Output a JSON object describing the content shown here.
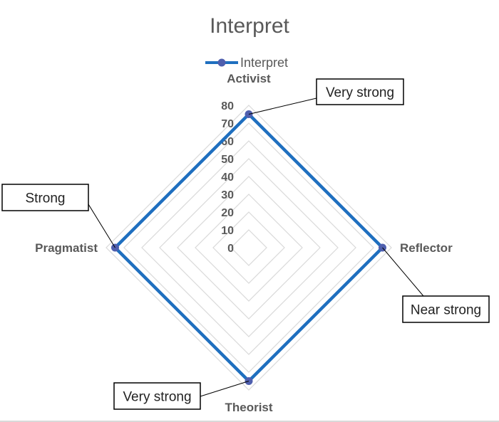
{
  "chart_data": {
    "type": "radar",
    "title": "Interpret",
    "categories": [
      "Activist",
      "Reflector",
      "Theorist",
      "Pragmatist"
    ],
    "series": [
      {
        "name": "Interpret",
        "values": [
          75,
          75,
          75,
          75
        ]
      }
    ],
    "rlim": [
      0,
      80
    ],
    "r_ticks": [
      "0",
      "10",
      "20",
      "30",
      "40",
      "50",
      "60",
      "70",
      "80"
    ],
    "grid": true,
    "legend_position": "top",
    "annotations": [
      {
        "category": "Activist",
        "text": "Very strong"
      },
      {
        "category": "Reflector",
        "text": "Near strong"
      },
      {
        "category": "Theorist",
        "text": "Very strong"
      },
      {
        "category": "Pragmatist",
        "text": "Strong"
      }
    ],
    "colors": {
      "series_line": "#1f6fbf",
      "marker": "#4f5fae",
      "grid": "#d9d9d9",
      "title": "#595959",
      "label": "#595959"
    }
  }
}
